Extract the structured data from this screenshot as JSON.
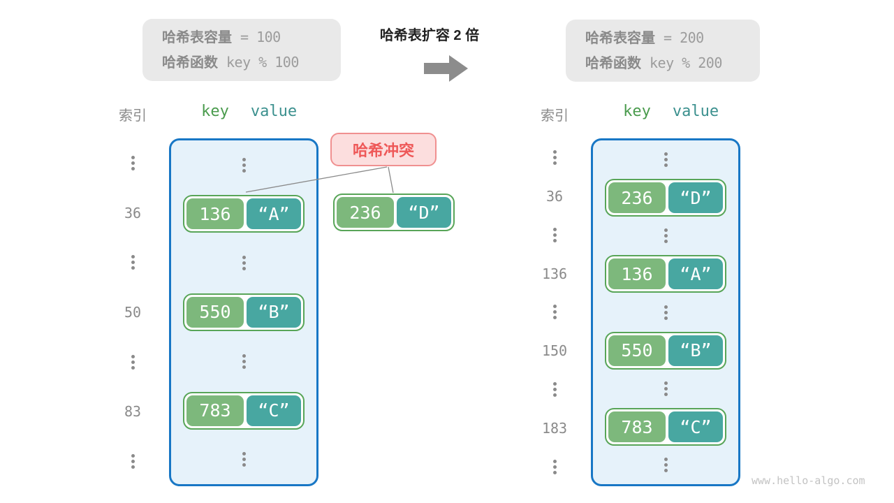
{
  "title": "哈希表扩容 2 倍",
  "info_left": {
    "capacity_label": "哈希表容量",
    "capacity_value": "= 100",
    "hash_fn_label": "哈希函数",
    "hash_fn_value": "key % 100"
  },
  "info_right": {
    "capacity_label": "哈希表容量",
    "capacity_value": "= 200",
    "hash_fn_label": "哈希函数",
    "hash_fn_value": "key % 200"
  },
  "columns": {
    "index": "索引",
    "key": "key",
    "value": "value"
  },
  "left_table": {
    "rows": [
      {
        "index": "36",
        "key": "136",
        "value": "“A”"
      },
      {
        "index": "50",
        "key": "550",
        "value": "“B”"
      },
      {
        "index": "83",
        "key": "783",
        "value": "“C”"
      }
    ]
  },
  "right_table": {
    "rows": [
      {
        "index": "36",
        "key": "236",
        "value": "“D”"
      },
      {
        "index": "136",
        "key": "136",
        "value": "“A”"
      },
      {
        "index": "150",
        "key": "550",
        "value": "“B”"
      },
      {
        "index": "183",
        "key": "783",
        "value": "“C”"
      }
    ]
  },
  "collision": {
    "label": "哈希冲突",
    "key": "236",
    "value": "“D”"
  },
  "watermark": "www.hello-algo.com",
  "icons": {
    "arrow": "right-arrow",
    "dots": "vertical-ellipsis"
  },
  "colors": {
    "key_box": "#7db87c",
    "value_box": "#48a7a1",
    "pair_border": "#58a558",
    "table_border": "#1877c5",
    "table_fill": "#e6f2fa",
    "info_box_bg": "#e9e9e9",
    "key_header": "#4a9b4d",
    "value_header": "#3b908e",
    "muted_text": "#8a8a8a",
    "collision_bg": "#fcdede",
    "collision_border": "#f09090",
    "collision_text": "#ee5858",
    "arrow": "#8c8c8c",
    "watermark": "#c3c3c3"
  }
}
